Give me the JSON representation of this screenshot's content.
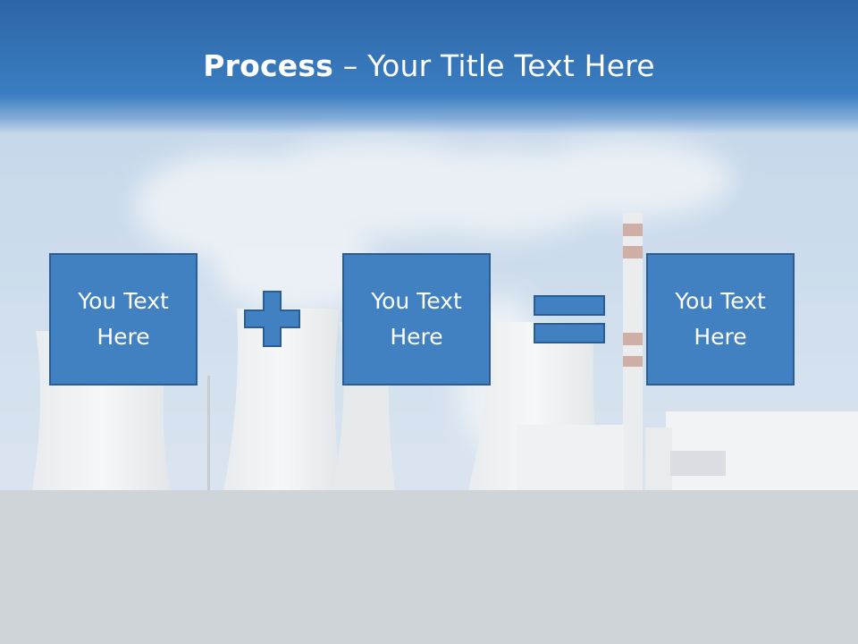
{
  "slide": {
    "title_bold": "Process",
    "title_rest": " – Your Title Text Here",
    "boxes": [
      {
        "text": "You Text Here"
      },
      {
        "text": "You Text Here"
      },
      {
        "text": "You Text Here"
      }
    ],
    "operators": [
      "plus-icon",
      "equals-icon"
    ]
  },
  "colors": {
    "header_blue": "#3a7dc1",
    "box_fill": "#4180c1",
    "box_border": "#2a5d95",
    "ground_gray": "#c9cfd3",
    "sky": "#c3d6ea"
  }
}
